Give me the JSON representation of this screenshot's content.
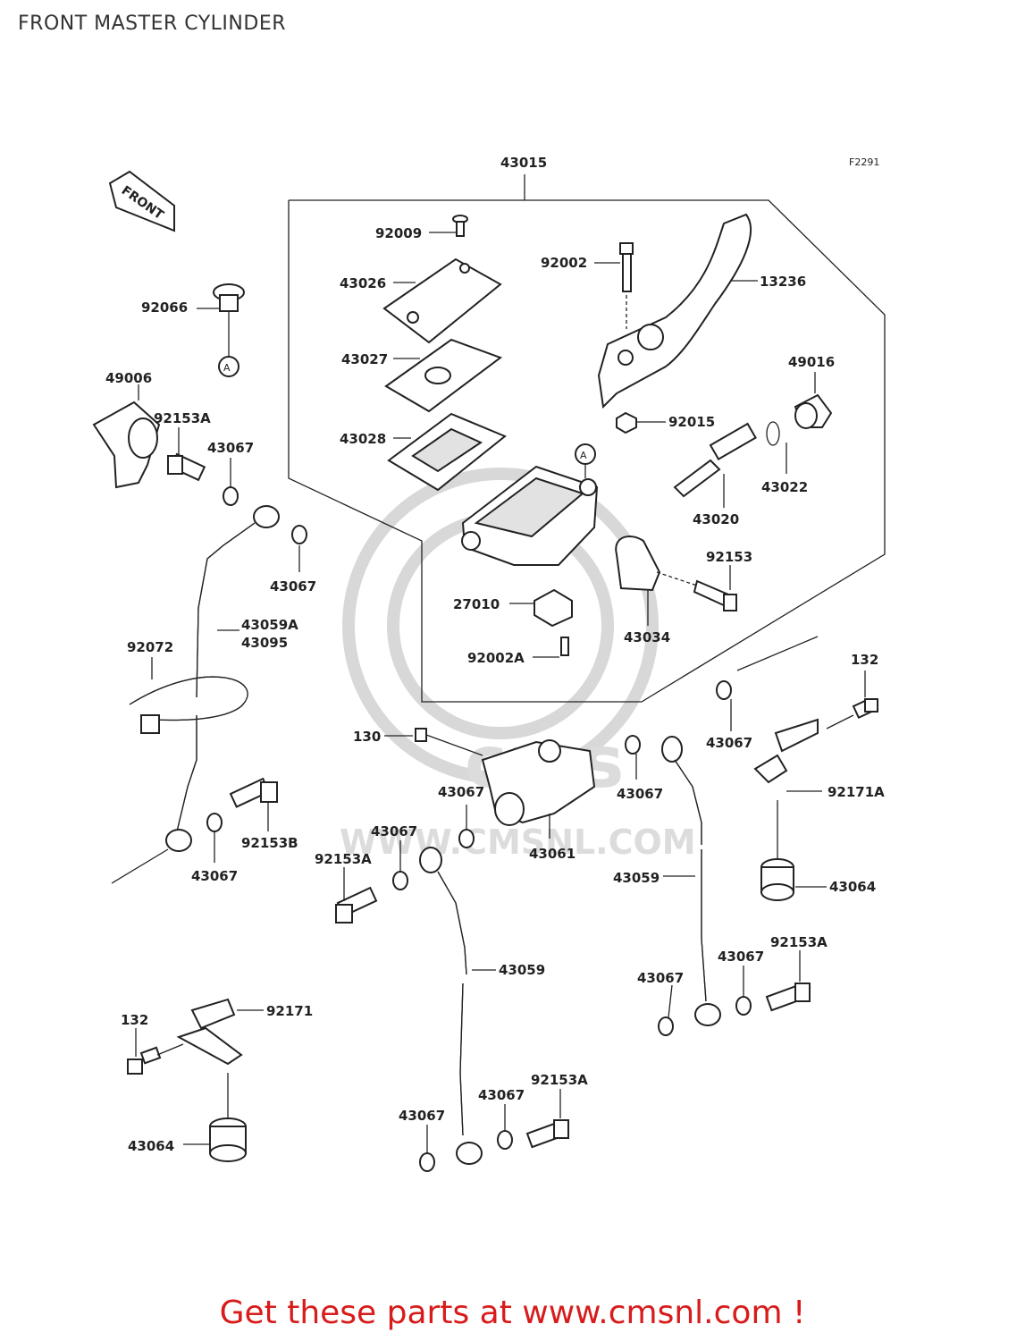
{
  "title": "FRONT MASTER CYLINDER",
  "diagram_code": "F2291",
  "front_arrow": "FRONT",
  "ref_marker": "A",
  "watermark": {
    "brand": "cms",
    "url": "WWW.CMSNL.COM"
  },
  "parts": {
    "p43015": "43015",
    "p92009": "92009",
    "p43026": "43026",
    "p43027": "43027",
    "p43028": "43028",
    "p92002": "92002",
    "p13236": "13236",
    "p92015": "92015",
    "p49016": "49016",
    "p43022": "43022",
    "p43020": "43020",
    "p92153": "92153",
    "p43034": "43034",
    "p27010": "27010",
    "p92002A": "92002A",
    "p92066": "92066",
    "p49006": "49006",
    "p92153A_a": "92153A",
    "p43067_a": "43067",
    "p43067_b": "43067",
    "p43059A": "43059A",
    "p43095": "43095",
    "p92072": "92072",
    "p92153B": "92153B",
    "p43067_c": "43067",
    "p132_a": "132",
    "p43067_d": "43067",
    "p92171A": "92171A",
    "p43064_a": "43064",
    "p130": "130",
    "p43067_e": "43067",
    "p43067_f": "43067",
    "p43061": "43061",
    "p43067_g": "43067",
    "p92153A_b": "92153A",
    "p43059_a": "43059",
    "p43059_b": "43059",
    "p43067_h": "43067",
    "p43067_i": "43067",
    "p92153A_c": "92153A",
    "p132_b": "132",
    "p92171": "92171",
    "p43064_b": "43064",
    "p43067_j": "43067",
    "p43067_k": "43067",
    "p92153A_d": "92153A"
  },
  "footer": "Get these parts at www.cmsnl.com !"
}
